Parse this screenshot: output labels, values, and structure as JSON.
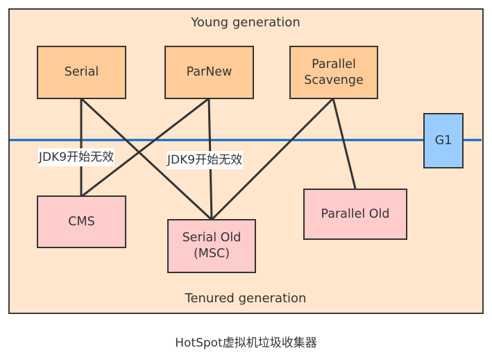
{
  "diagram": {
    "young_generation_label": "Young generation",
    "tenured_generation_label": "Tenured generation",
    "caption": "HotSpot虚拟机垃圾收集器",
    "young_collectors": [
      {
        "id": "serial",
        "label": "Serial"
      },
      {
        "id": "parnew",
        "label": "ParNew"
      },
      {
        "id": "parallel-scavenge",
        "label": "Parallel Scavenge",
        "lines": [
          "Parallel",
          "Scavenge"
        ]
      }
    ],
    "old_collectors": [
      {
        "id": "cms",
        "label": "CMS"
      },
      {
        "id": "serial-old",
        "label": "Serial Old (MSC)",
        "lines": [
          "Serial Old",
          "(MSC)"
        ]
      },
      {
        "id": "parallel-old",
        "label": "Parallel Old"
      }
    ],
    "full_heap_collectors": [
      {
        "id": "g1",
        "label": "G1"
      }
    ],
    "annotations": [
      {
        "text": "JDK9开始无效",
        "applies_to": "serial-cms"
      },
      {
        "text": "JDK9开始无效",
        "applies_to": "parnew-serial-old"
      }
    ],
    "connections": [
      {
        "from": "serial",
        "to": "cms"
      },
      {
        "from": "serial",
        "to": "serial-old"
      },
      {
        "from": "parnew",
        "to": "cms"
      },
      {
        "from": "parnew",
        "to": "serial-old"
      },
      {
        "from": "parallel-scavenge",
        "to": "serial-old"
      },
      {
        "from": "parallel-scavenge",
        "to": "parallel-old"
      }
    ],
    "colors": {
      "frame_fill": "#ffe6cc",
      "young_fill": "#ffcc99",
      "old_fill": "#ffcccc",
      "g1_fill": "#99ccff",
      "divider": "#0066cc",
      "stroke": "#333333"
    }
  }
}
